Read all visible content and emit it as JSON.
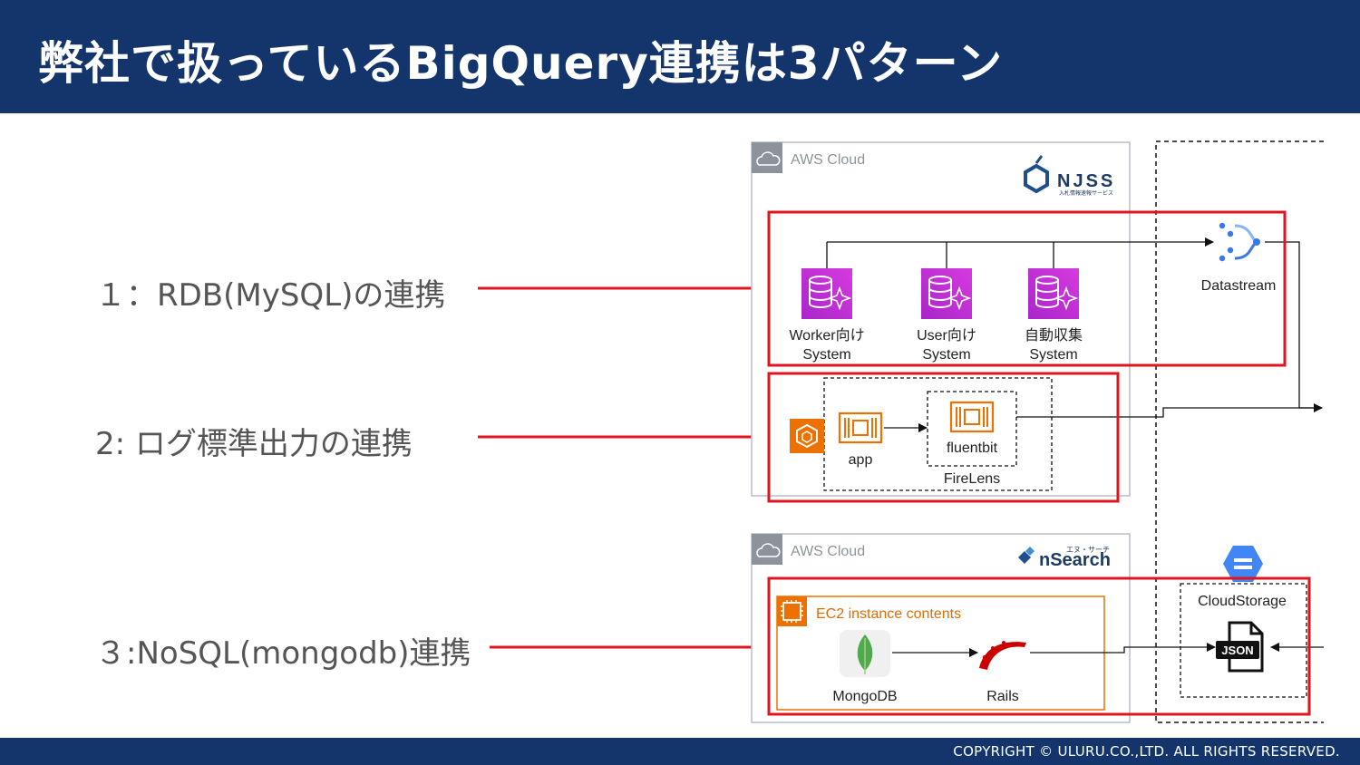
{
  "header": {
    "title": "弊社で扱っているBigQuery連携は3パターン"
  },
  "patterns": [
    {
      "label": "１：RDB(MySQL)の連携"
    },
    {
      "label": "2: ログ標準出力の連携"
    },
    {
      "label": "３:NoSQL(mongodb)連携"
    }
  ],
  "diagram": {
    "aws_cloud_1": {
      "label": "AWS Cloud",
      "brand": "NJSS",
      "brand_sub": "入札情報速報サービス"
    },
    "databases": [
      {
        "line1": "Worker向け",
        "line2": "System"
      },
      {
        "line1": "User向け",
        "line2": "System"
      },
      {
        "line1": "自動収集",
        "line2": "System"
      }
    ],
    "datastream": {
      "label": "Datastream"
    },
    "ecs": {
      "app": "app",
      "fluentbit": "fluentbit",
      "firelens": "FireLens"
    },
    "aws_cloud_2": {
      "label": "AWS Cloud",
      "brand": "nSearch",
      "brand_sub": "エヌ・サーチ"
    },
    "ec2": {
      "label": "EC2 instance contents",
      "mongodb": "MongoDB",
      "rails": "Rails"
    },
    "cloud_storage": {
      "label": "CloudStorage",
      "json": "JSON"
    }
  },
  "colors": {
    "header_bg": "#13356b",
    "highlight": "#e0141e",
    "rds": "#c925d1",
    "ec2": "#ed7100",
    "gcp_blue": "#4285f4"
  },
  "footer": {
    "copyright": "COPYRIGHT © ULURU.CO.,LTD. ALL RIGHTS RESERVED."
  }
}
